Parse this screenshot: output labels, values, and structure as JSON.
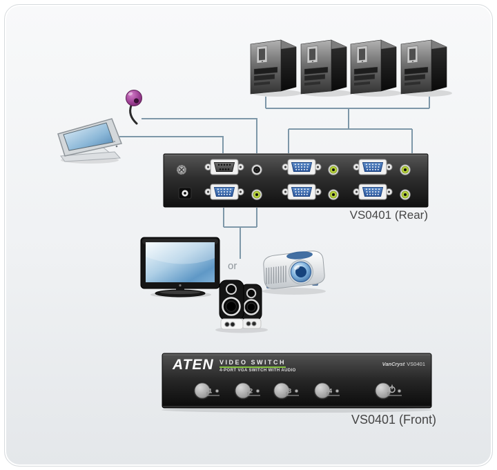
{
  "labels": {
    "rear": "VS0401 (Rear)",
    "front": "VS0401 (Front)",
    "or": "or"
  },
  "front_panel": {
    "brand": "ATEN",
    "product": "VIDEO SWITCH",
    "subtitle": "4-PORT VGA SWITCH WITH AUDIO",
    "series": "VanCryst",
    "model": "VS0401",
    "buttons": [
      {
        "label": "1"
      },
      {
        "label": "2"
      },
      {
        "label": "3"
      },
      {
        "label": "4"
      },
      {
        "icon": "power-icon"
      }
    ]
  },
  "icons": {
    "computers": "computer-tower-icon",
    "microphone": "microphone-icon",
    "touch_panel": "touch-screen-icon",
    "monitor": "lcd-monitor-icon",
    "projector": "projector-icon",
    "speakers": "speakers-icon",
    "vga_port": "vga-port-icon",
    "serial_port": "db9-serial-port-icon",
    "audio_jack": "audio-jack-icon",
    "dc_jack": "dc-power-jack-icon",
    "grounding_screw": "grounding-screw-icon",
    "power_button": "power-icon"
  },
  "counts": {
    "computers": 4,
    "vga_input_ports": 4,
    "audio_input_jacks": 4,
    "front_buttons": 5
  },
  "colors": {
    "connection_line": "#7d97a8",
    "vga_blue": "#3b6cab",
    "audio_green": "#b5cf3c",
    "logo_green": "#86c440",
    "panel_dark": "#1a1a1a",
    "mic_purple": "#9c3f93"
  }
}
